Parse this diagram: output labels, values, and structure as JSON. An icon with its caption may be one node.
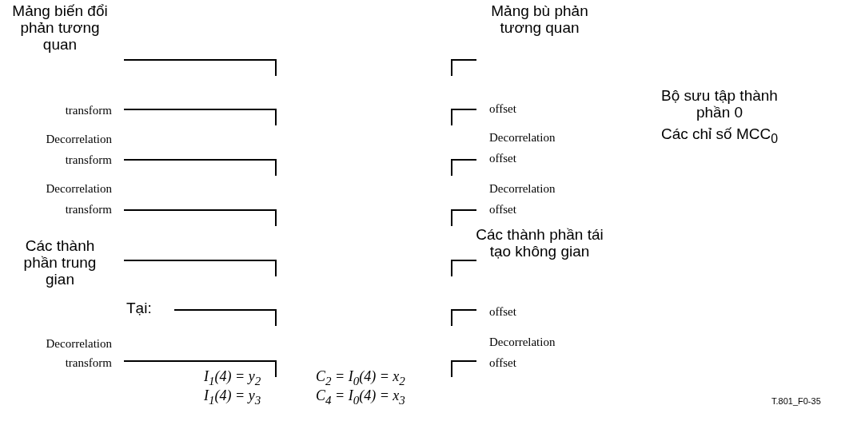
{
  "diagram": {
    "labels": [
      "Mảng biến đổi phản tương quan",
      "transform",
      "Decorrelation",
      "transform",
      "Decorrelation",
      "transform",
      "Các thành phần trung gian",
      "Tại:",
      "Decorrelation",
      "transform",
      "Mảng bù phản tương quan",
      "offset",
      "Decorrelation",
      "offset",
      "Decorrelation",
      "offset",
      "Các thành phần tái tạo không gian",
      "offset",
      "Decorrelation",
      "offset",
      "Bộ sưu tập thành phần 0",
      "Các chỉ số MCC$_{0}$",
      "I$_{1}$(4) = y$_{2}$",
      "C$_{2}$ = I$_{0}$(4) = x$_{2}$",
      "I$_{1}$(4) = y$_{3}$",
      "C$_{4}$ = I$_{0}$(4) = x$_{3}$",
      "T.801_F0-35"
    ]
  }
}
